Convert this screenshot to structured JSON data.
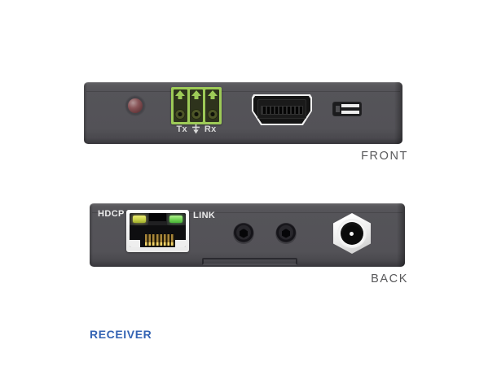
{
  "colors": {
    "background": "#ffffff",
    "panel_gray": "#535257",
    "terminal_green": "#9dca57",
    "view_label_gray": "#59595b",
    "caption_blue": "#3464b4",
    "status_led_red": "#7b4547",
    "hdcp_led_yellow": "#c9d24a",
    "link_led_green": "#6fd353"
  },
  "front": {
    "label": "FRONT",
    "terminal": {
      "tx": "Tx",
      "rx": "Rx"
    }
  },
  "back": {
    "label": "BACK",
    "hdcp": "HDCP",
    "link": "LINK"
  },
  "caption": "RECEIVER",
  "icons": {
    "status_led": "red-status-led",
    "terminal_block": "3-pin-terminal-block",
    "ground": "earth-ground-symbol",
    "hdmi": "hdmi-port",
    "service_port": "service-port",
    "rj45": "rj45-port",
    "hdcp_led": "yellow-led",
    "link_led": "green-led",
    "recessed_button": "recessed-button",
    "dc_jack": "dc-power-jack"
  }
}
